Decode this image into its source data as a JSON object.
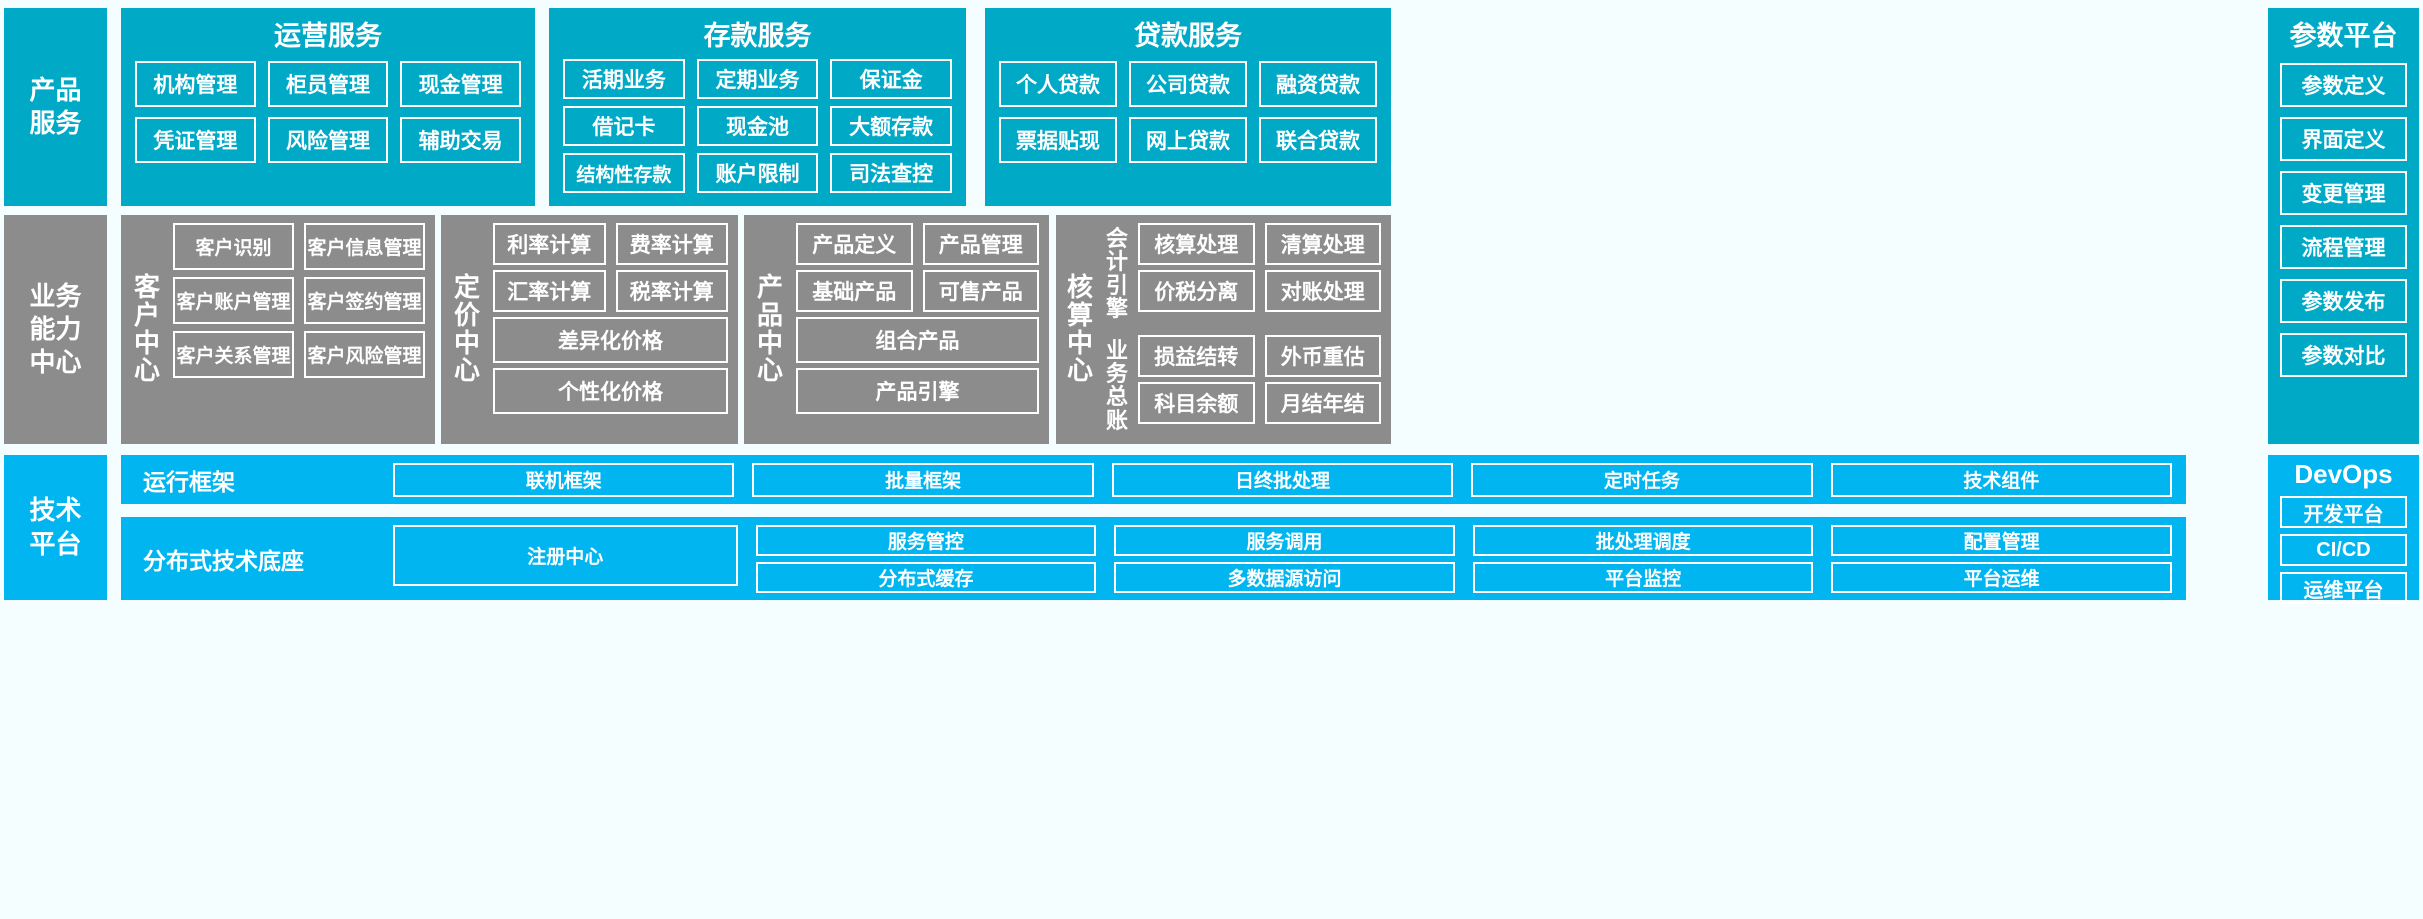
{
  "colors": {
    "teal": "#00a9c6",
    "gray": "#8c8c8c",
    "blue": "#00b5f0",
    "background": "#f4fdff",
    "border": "#ffffff"
  },
  "layers": {
    "product_service": {
      "label_line1": "产品",
      "label_line2": "服务"
    },
    "business_capability": {
      "label_line1": "业务",
      "label_line2": "能力",
      "label_line3": "中心"
    },
    "technical_platform": {
      "label_line1": "技术",
      "label_line2": "平台"
    }
  },
  "product_service": {
    "sections": [
      {
        "title": "运营服务",
        "items": [
          "机构管理",
          "柜员管理",
          "现金管理",
          "凭证管理",
          "风险管理",
          "辅助交易"
        ]
      },
      {
        "title": "存款服务",
        "items": [
          "活期业务",
          "定期业务",
          "保证金",
          "借记卡",
          "现金池",
          "大额存款",
          "结构性存款",
          "账户限制",
          "司法查控"
        ]
      },
      {
        "title": "贷款服务",
        "items": [
          "个人贷款",
          "公司贷款",
          "融资贷款",
          "票据贴现",
          "网上贷款",
          "联合贷款"
        ]
      }
    ]
  },
  "business_capability": {
    "centers": [
      {
        "name": "客户中心",
        "rows": [
          {
            "type": "pair",
            "items": [
              "客户识别",
              "客户信息管理"
            ]
          },
          {
            "type": "pair",
            "items": [
              "客户账户管理",
              "客户签约管理"
            ]
          },
          {
            "type": "pair",
            "items": [
              "客户关系管理",
              "客户风险管理"
            ]
          }
        ]
      },
      {
        "name": "定价中心",
        "rows": [
          {
            "type": "pair",
            "items": [
              "利率计算",
              "费率计算"
            ]
          },
          {
            "type": "pair",
            "items": [
              "汇率计算",
              "税率计算"
            ]
          },
          {
            "type": "full",
            "items": [
              "差异化价格"
            ]
          },
          {
            "type": "full",
            "items": [
              "个性化价格"
            ]
          }
        ]
      },
      {
        "name": "产品中心",
        "rows": [
          {
            "type": "pair",
            "items": [
              "产品定义",
              "产品管理"
            ]
          },
          {
            "type": "pair",
            "items": [
              "基础产品",
              "可售产品"
            ]
          },
          {
            "type": "full",
            "items": [
              "组合产品"
            ]
          },
          {
            "type": "full",
            "items": [
              "产品引擎"
            ]
          }
        ]
      },
      {
        "name": "核算中心",
        "subgroups": [
          {
            "name": "会计引擎",
            "rows": [
              {
                "type": "pair",
                "items": [
                  "核算处理",
                  "清算处理"
                ]
              },
              {
                "type": "pair",
                "items": [
                  "价税分离",
                  "对账处理"
                ]
              }
            ]
          },
          {
            "name": "业务总账",
            "rows": [
              {
                "type": "pair",
                "items": [
                  "损益结转",
                  "外币重估"
                ]
              },
              {
                "type": "pair",
                "items": [
                  "科目余额",
                  "月结年结"
                ]
              }
            ]
          }
        ]
      }
    ]
  },
  "technical_platform": {
    "groups": [
      {
        "name": "运行框架",
        "layout": "single",
        "items": [
          "联机框架",
          "批量框架",
          "日终批处理",
          "定时任务",
          "技术组件"
        ]
      },
      {
        "name": "分布式技术底座",
        "layout": "wide-plus-stacks",
        "wide_item": "注册中心",
        "stacks": [
          [
            "服务管控",
            "分布式缓存"
          ],
          [
            "服务调用",
            "多数据源访问"
          ],
          [
            "批处理调度",
            "平台监控"
          ],
          [
            "配置管理",
            "平台运维"
          ]
        ]
      }
    ]
  },
  "parameter_platform": {
    "title": "参数平台",
    "items": [
      "参数定义",
      "界面定义",
      "变更管理",
      "流程管理",
      "参数发布",
      "参数对比"
    ]
  },
  "devops": {
    "title": "DevOps",
    "items": [
      "开发平台",
      "CI/CD",
      "运维平台"
    ]
  }
}
